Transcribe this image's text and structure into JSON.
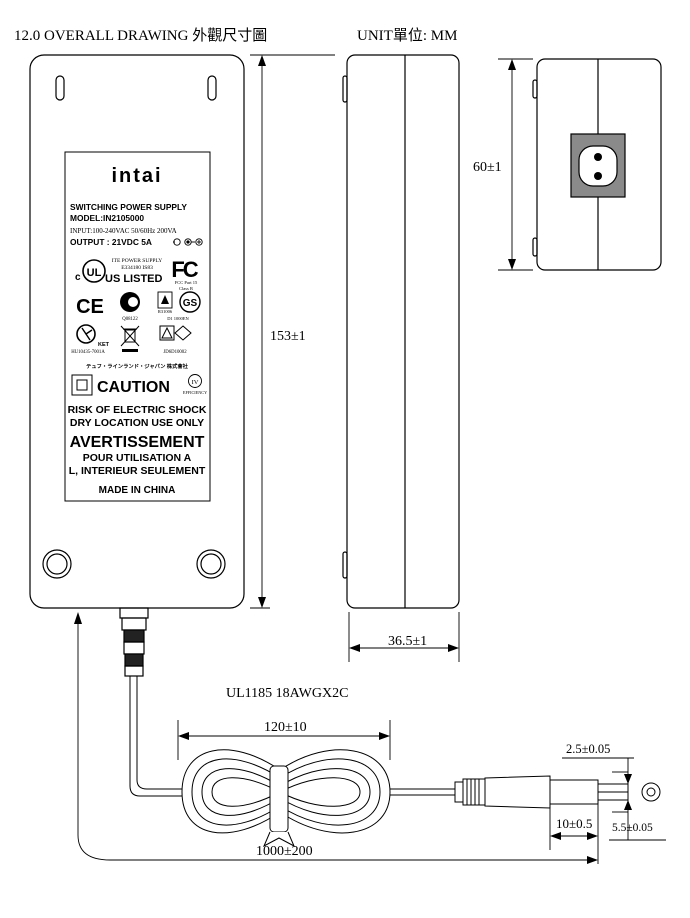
{
  "header": {
    "title": "12.0 OVERALL DRAWING 外觀尺寸圖",
    "unit": "UNIT單位: MM"
  },
  "label": {
    "brand": "intai",
    "product": "SWITCHING POWER SUPPLY",
    "model": "MODEL:IN2105000",
    "input": "INPUT:100-240VAC 50/60Hz 200VA",
    "output": "OUTPUT : 21VDC 5A",
    "ul_top": "ITE POWER SUPPLY",
    "ul_code": "E334180 IS83",
    "ul_listed": "US LISTED",
    "fcc_note": "FCC Part 15",
    "fcc_class": "Class B",
    "ccc_code": "Q08122",
    "bsmi_code": "R31006",
    "gs_code": "D1 1000EN",
    "kc_code": "HU10435-7001A",
    "kc_mark": "KET",
    "pse_code": "JD6D10002",
    "jp_line": "テュフ・ラインランド・ジャパン 株式會社",
    "caution": "CAUTION",
    "efficiency": "EFFICIENCY",
    "efficiency_level": "IV",
    "risk": "RISK OF ELECTRIC SHOCK",
    "dry": "DRY LOCATION USE ONLY",
    "avert": "AVERTISSEMENT",
    "pour": "POUR UTILISATION A",
    "interieur": "L, INTERIEUR SEULEMENT",
    "made": "MADE IN CHINA"
  },
  "dimensions": {
    "length": "153±1",
    "thickness": "36.5±1",
    "width": "60±1",
    "coil": "120±10",
    "cable_total": "1000±200",
    "plug_length": "10±0.5",
    "inner_dia": "2.5±0.05",
    "outer_dia": "5.5±0.05"
  },
  "cable": {
    "spec": "UL1185 18AWGX2C"
  }
}
